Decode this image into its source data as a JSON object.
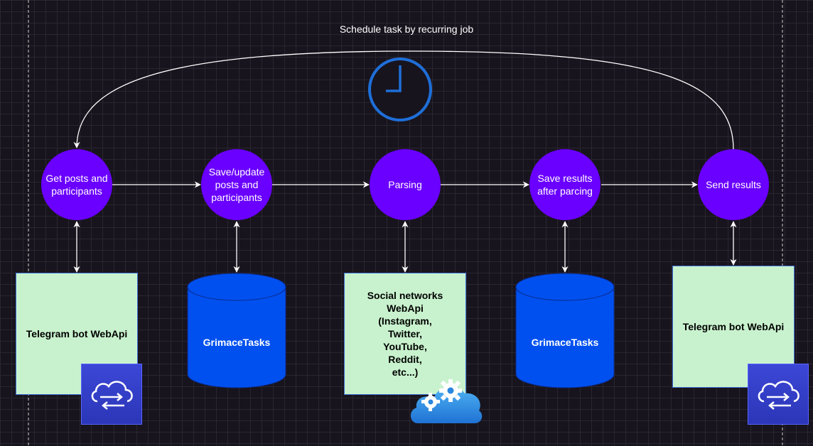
{
  "diagram": {
    "title": "Schedule task by recurring job",
    "steps": [
      {
        "label": "Get posts and\nparticipants"
      },
      {
        "label": "Save/update\nposts and\nparticipants"
      },
      {
        "label": "Parsing"
      },
      {
        "label": "Save results\nafter parcing"
      },
      {
        "label": "Send results"
      }
    ],
    "resources": [
      {
        "label": "Telegram bot WebApi",
        "kind": "api-box"
      },
      {
        "label": "GrimaceTasks",
        "kind": "database"
      },
      {
        "label": "Social networks\nWebApi\n(Instagram,\nTwitter,\nYouTube,\nReddit,\netc...)",
        "kind": "api-box"
      },
      {
        "label": "GrimaceTasks",
        "kind": "database"
      },
      {
        "label": "Telegram bot WebApi",
        "kind": "api-box"
      }
    ],
    "icons": [
      "clock-icon",
      "sync-cloud-icon",
      "cloud-gears-icon"
    ],
    "colors": {
      "background": "#18141d",
      "step_fill": "#6a00ff",
      "database_fill": "#0050ef",
      "api_box_fill": "#c8f2cd",
      "connector": "#ffffff",
      "clock": "#1e6fd9"
    }
  }
}
